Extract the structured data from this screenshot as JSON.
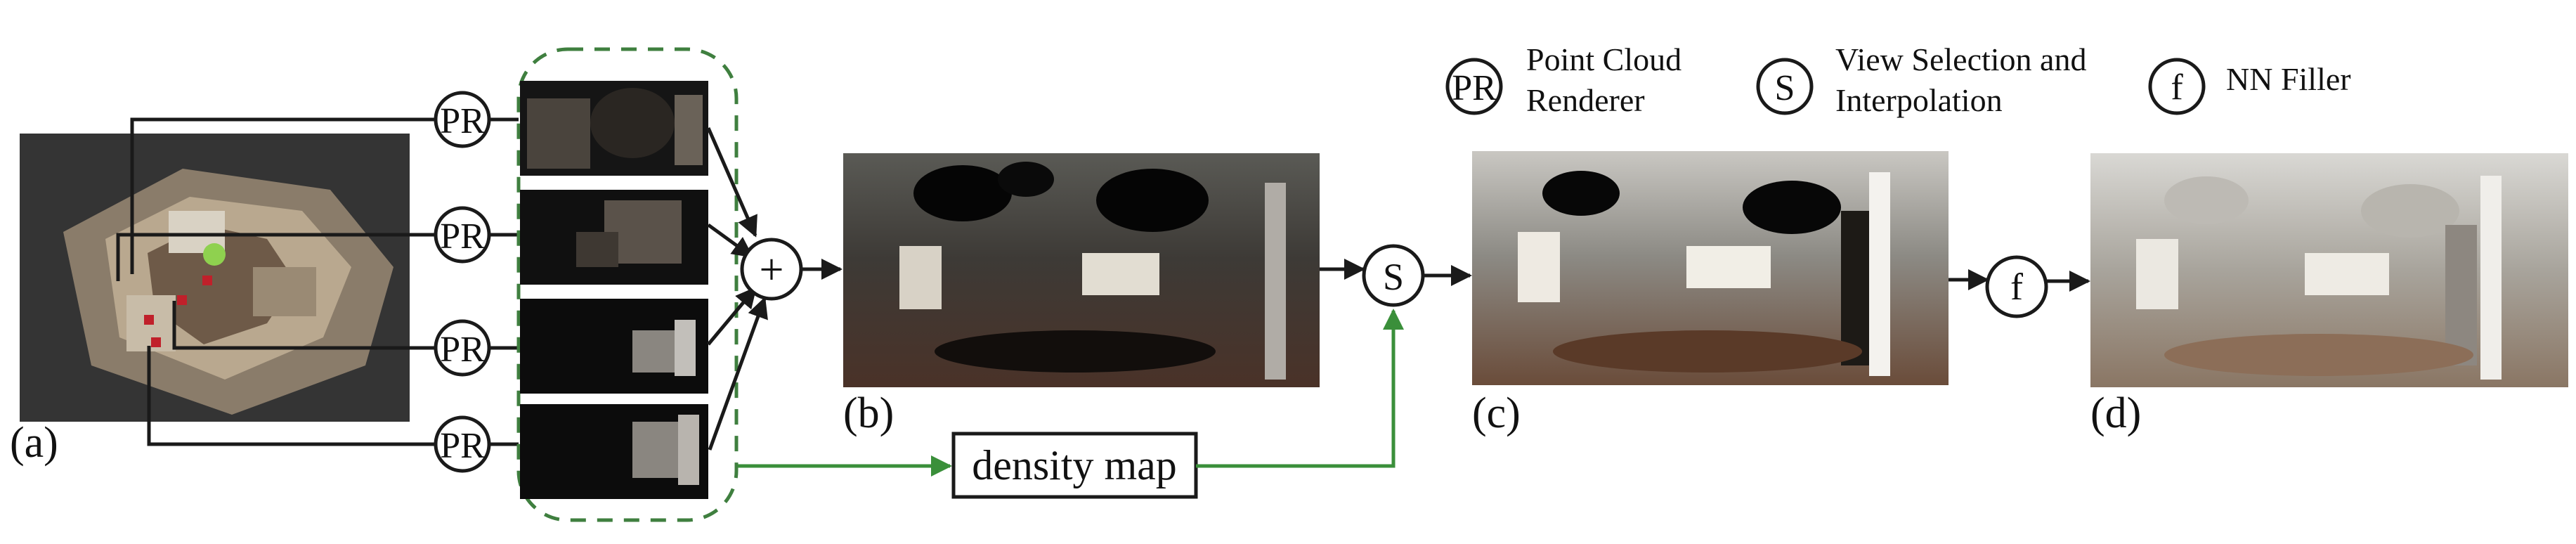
{
  "legend": {
    "pr": {
      "symbol": "PR",
      "line1": "Point Cloud",
      "line2": "Renderer"
    },
    "s": {
      "symbol": "S",
      "line1": "View Selection and",
      "line2": "Interpolation"
    },
    "f": {
      "symbol": "f",
      "line1": "NN Filler"
    }
  },
  "nodes": {
    "pr": "PR",
    "plus": "+",
    "s": "S",
    "f": "f"
  },
  "density_map": "density map",
  "panels": {
    "a": "(a)",
    "b": "(b)",
    "c": "(c)",
    "d": "(d)"
  },
  "colors": {
    "arrow": "#1a1a1a",
    "green_arrow": "#3a8f3a",
    "dashed_box": "#3f7f3f",
    "camera_dot": "#8fd14f",
    "camera_marker": "#c0202a"
  }
}
